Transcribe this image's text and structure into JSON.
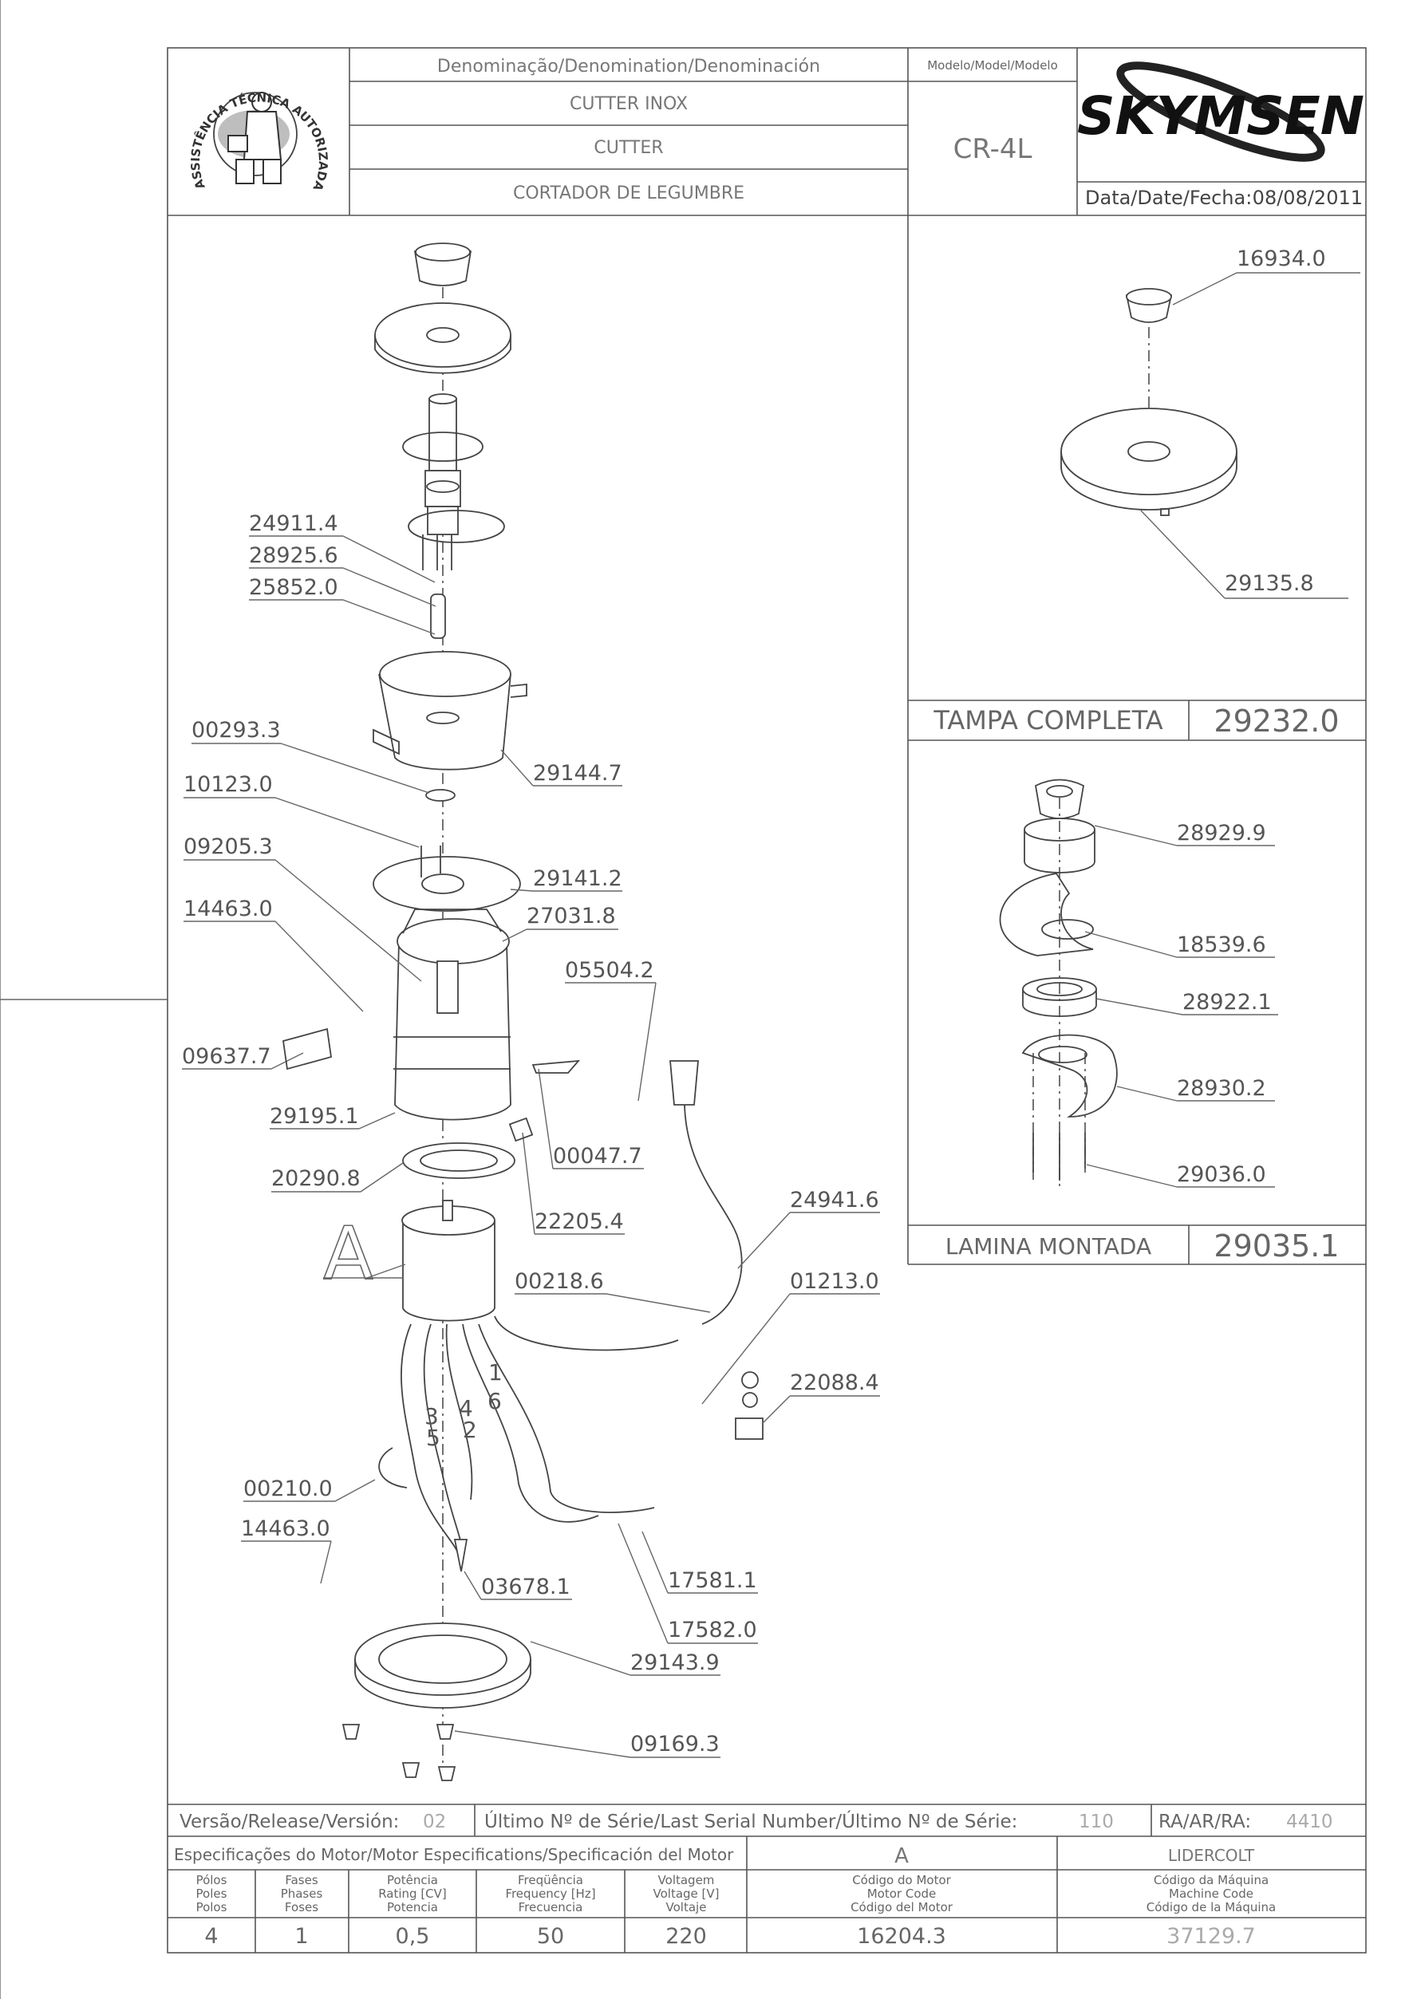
{
  "header": {
    "denomination_title": "Denominação/Denomination/Denominación",
    "names": [
      "CUTTER INOX",
      "CUTTER",
      "CORTADOR DE LEGUMBRE"
    ],
    "model_label": "Modelo/Model/Modelo",
    "model_value": "CR-4L",
    "brand": "SKYMSEN",
    "date_label": "Data/Date/Fecha:",
    "date_value": "08/08/2011",
    "seal_text": "ASSISTÊNCIA TÉCNICA AUTORIZADA"
  },
  "main_parts": [
    {
      "code": "24911.4"
    },
    {
      "code": "28925.6"
    },
    {
      "code": "25852.0"
    },
    {
      "code": "00293.3"
    },
    {
      "code": "29144.7"
    },
    {
      "code": "10123.0"
    },
    {
      "code": "09205.3"
    },
    {
      "code": "29141.2"
    },
    {
      "code": "14463.0"
    },
    {
      "code": "27031.8"
    },
    {
      "code": "05504.2"
    },
    {
      "code": "09637.7"
    },
    {
      "code": "29195.1"
    },
    {
      "code": "00047.7"
    },
    {
      "code": "20290.8"
    },
    {
      "code": "22205.4"
    },
    {
      "code": "24941.6"
    },
    {
      "code": "00218.6"
    },
    {
      "code": "01213.0"
    },
    {
      "code": "22088.4"
    },
    {
      "code": "00210.0"
    },
    {
      "code": "14463.0"
    },
    {
      "code": "03678.1"
    },
    {
      "code": "17581.1"
    },
    {
      "code": "17582.0"
    },
    {
      "code": "29143.9"
    },
    {
      "code": "09169.3"
    }
  ],
  "motor_ref": "A",
  "wire_numbers": [
    "1",
    "6",
    "4",
    "2",
    "3",
    "5"
  ],
  "assembly_cover": {
    "parts": [
      "16934.0",
      "29135.8"
    ],
    "name": "TAMPA COMPLETA",
    "code": "29232.0"
  },
  "assembly_blade": {
    "parts": [
      "28929.9",
      "18539.6",
      "28922.1",
      "28930.2",
      "29036.0"
    ],
    "name": "LAMINA MONTADA",
    "code": "29035.1"
  },
  "footer": {
    "version_label": "Versão/Release/Versión:",
    "version_value": "02",
    "serial_label": "Último Nº de Série/Last Serial Number/Último Nº de Série:",
    "serial_value": "110",
    "ra_label": "RA/AR/RA:",
    "ra_value": "4410",
    "motor_spec_label": "Especificações do Motor/Motor Especifications/Specificación del Motor",
    "motor_spec_ref": "A",
    "motor_maker": "LIDERCOLT",
    "columns": [
      {
        "lines": [
          "Pólos",
          "Poles",
          "Polos"
        ],
        "value": "4"
      },
      {
        "lines": [
          "Fases",
          "Phases",
          "Foses"
        ],
        "value": "1"
      },
      {
        "lines": [
          "Potência",
          "Rating [CV]",
          "Potencia"
        ],
        "value": "0,5"
      },
      {
        "lines": [
          "Freqüência",
          "Frequency [Hz]",
          "Frecuencia"
        ],
        "value": "50"
      },
      {
        "lines": [
          "Voltagem",
          "Voltage [V]",
          "Voltaje"
        ],
        "value": "220"
      },
      {
        "lines": [
          "Código do Motor",
          "Motor Code",
          "Código del Motor"
        ],
        "value": "16204.3"
      },
      {
        "lines": [
          "Código da Máquina",
          "Machine Code",
          "Código de la Máquina"
        ],
        "value": "37129.7"
      }
    ]
  }
}
